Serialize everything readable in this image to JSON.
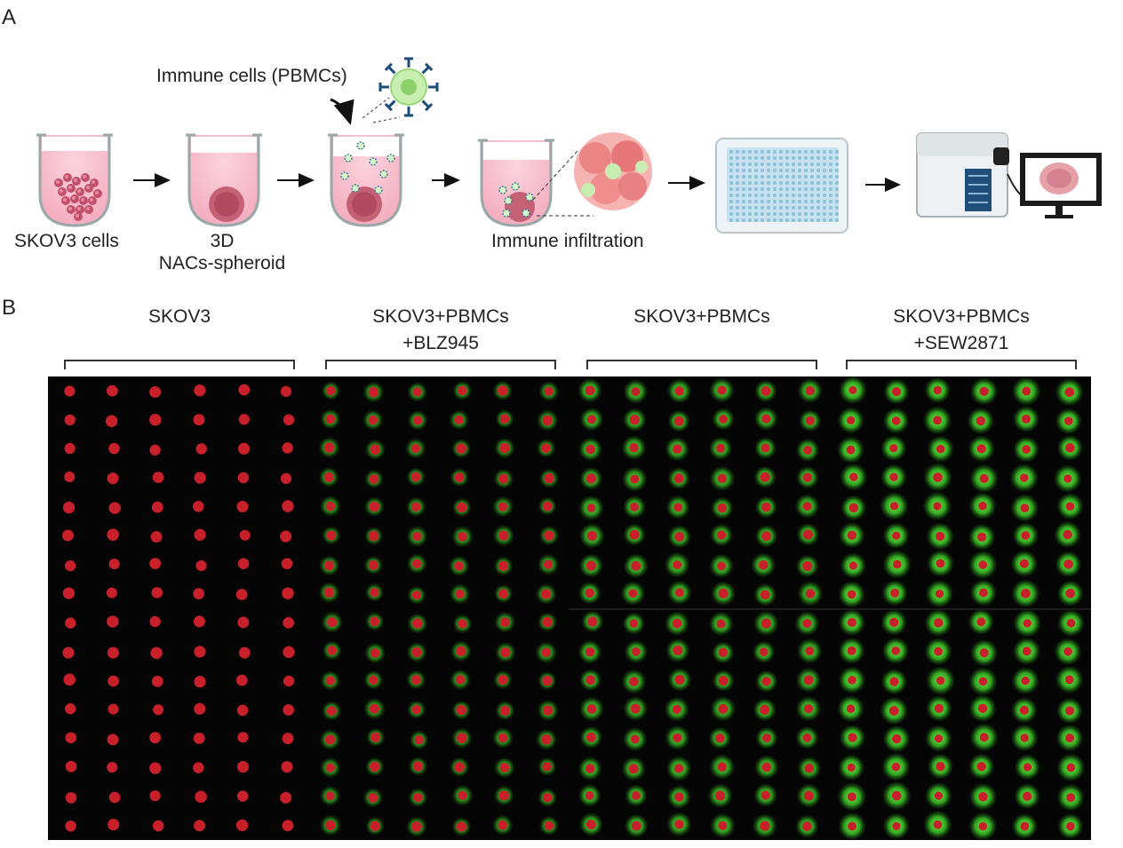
{
  "panels": {
    "a": "A",
    "b": "B"
  },
  "workflow": {
    "immune_cells_label": "Immune cells (PBMCs)",
    "step1_label": "SKOV3 cells",
    "step2_label_line1": "3D",
    "step2_label_line2": "NACs-spheroid",
    "step4_label": "Immune infiltration"
  },
  "groups": [
    {
      "line1": "SKOV3",
      "line2": ""
    },
    {
      "line1": "SKOV3+PBMCs",
      "line2": "+BLZ945"
    },
    {
      "line1": "SKOV3+PBMCs",
      "line2": ""
    },
    {
      "line1": "SKOV3+PBMCs",
      "line2": "+SEW2871"
    }
  ],
  "grid": {
    "rows": 16,
    "cols_per_group": 6,
    "green_level": [
      0,
      0.45,
      0.7,
      0.95
    ]
  },
  "colors": {
    "spheroid_red": "#c8202a",
    "immune_green": "#3fd22a",
    "well_pink": "#f7b9c8",
    "well_line": "#9aa7a8",
    "plate_blue": "#b7d7e8",
    "arrow": "#111111"
  }
}
